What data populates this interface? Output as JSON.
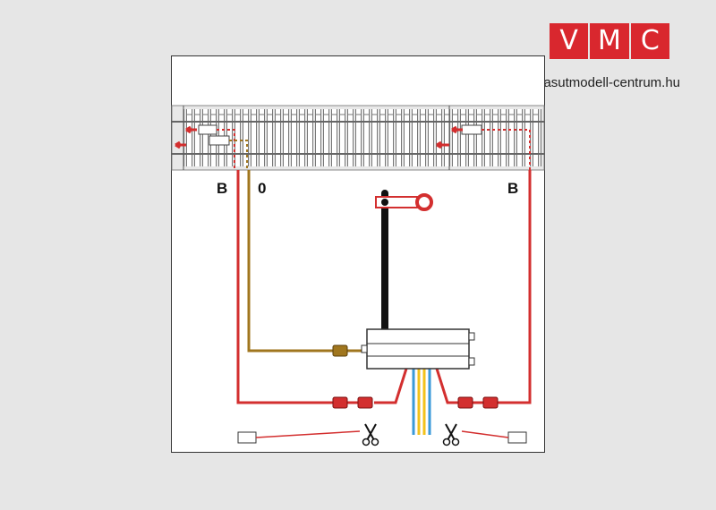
{
  "brand": {
    "logo_letters": [
      "V",
      "M",
      "C"
    ],
    "site": "vasutmodell-centrum.hu",
    "colors": {
      "logo_red": "#d9272e"
    }
  },
  "diagram": {
    "terminals": {
      "left_b": "B",
      "left_0": "0",
      "right_b": "B"
    },
    "colors": {
      "red_wire": "#d32f2f",
      "brown_wire": "#a0761e",
      "yellow_wire": "#f2c21b",
      "blue_wire": "#3a9ad9",
      "signal_mast": "#111111"
    },
    "icons": [
      "scissors-icon",
      "scissors-icon",
      "signal-lamp-icon"
    ]
  }
}
